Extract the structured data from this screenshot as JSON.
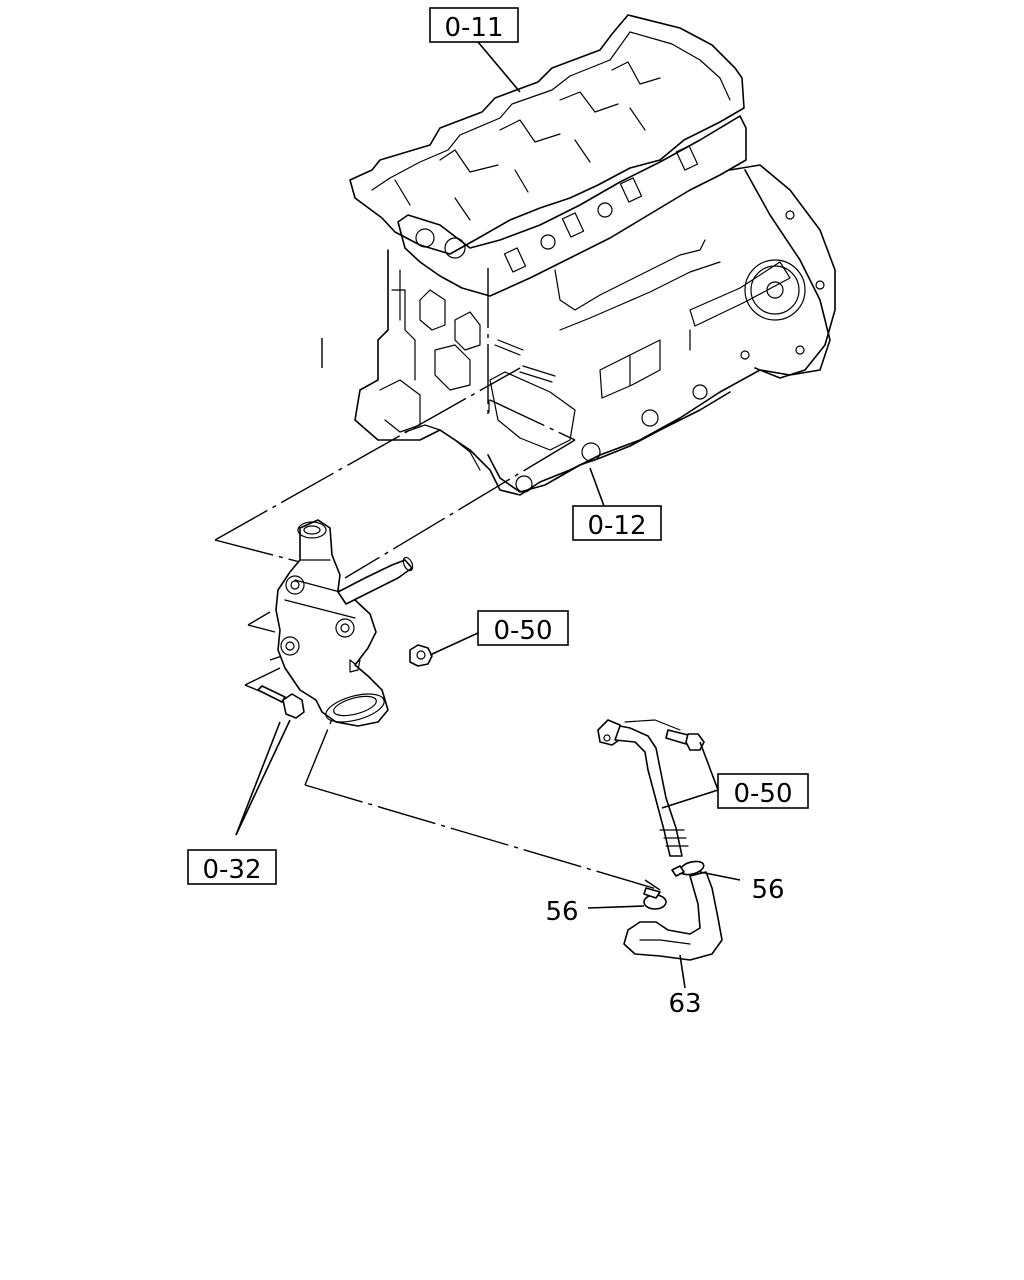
{
  "callouts": {
    "c_0_11": "0-11",
    "c_0_12": "0-12",
    "c_0_50_upper": "0-50",
    "c_0_50_lower": "0-50",
    "c_0_32": "0-32"
  },
  "labels": {
    "part_56_left": "56",
    "part_56_right": "56",
    "part_63": "63"
  }
}
